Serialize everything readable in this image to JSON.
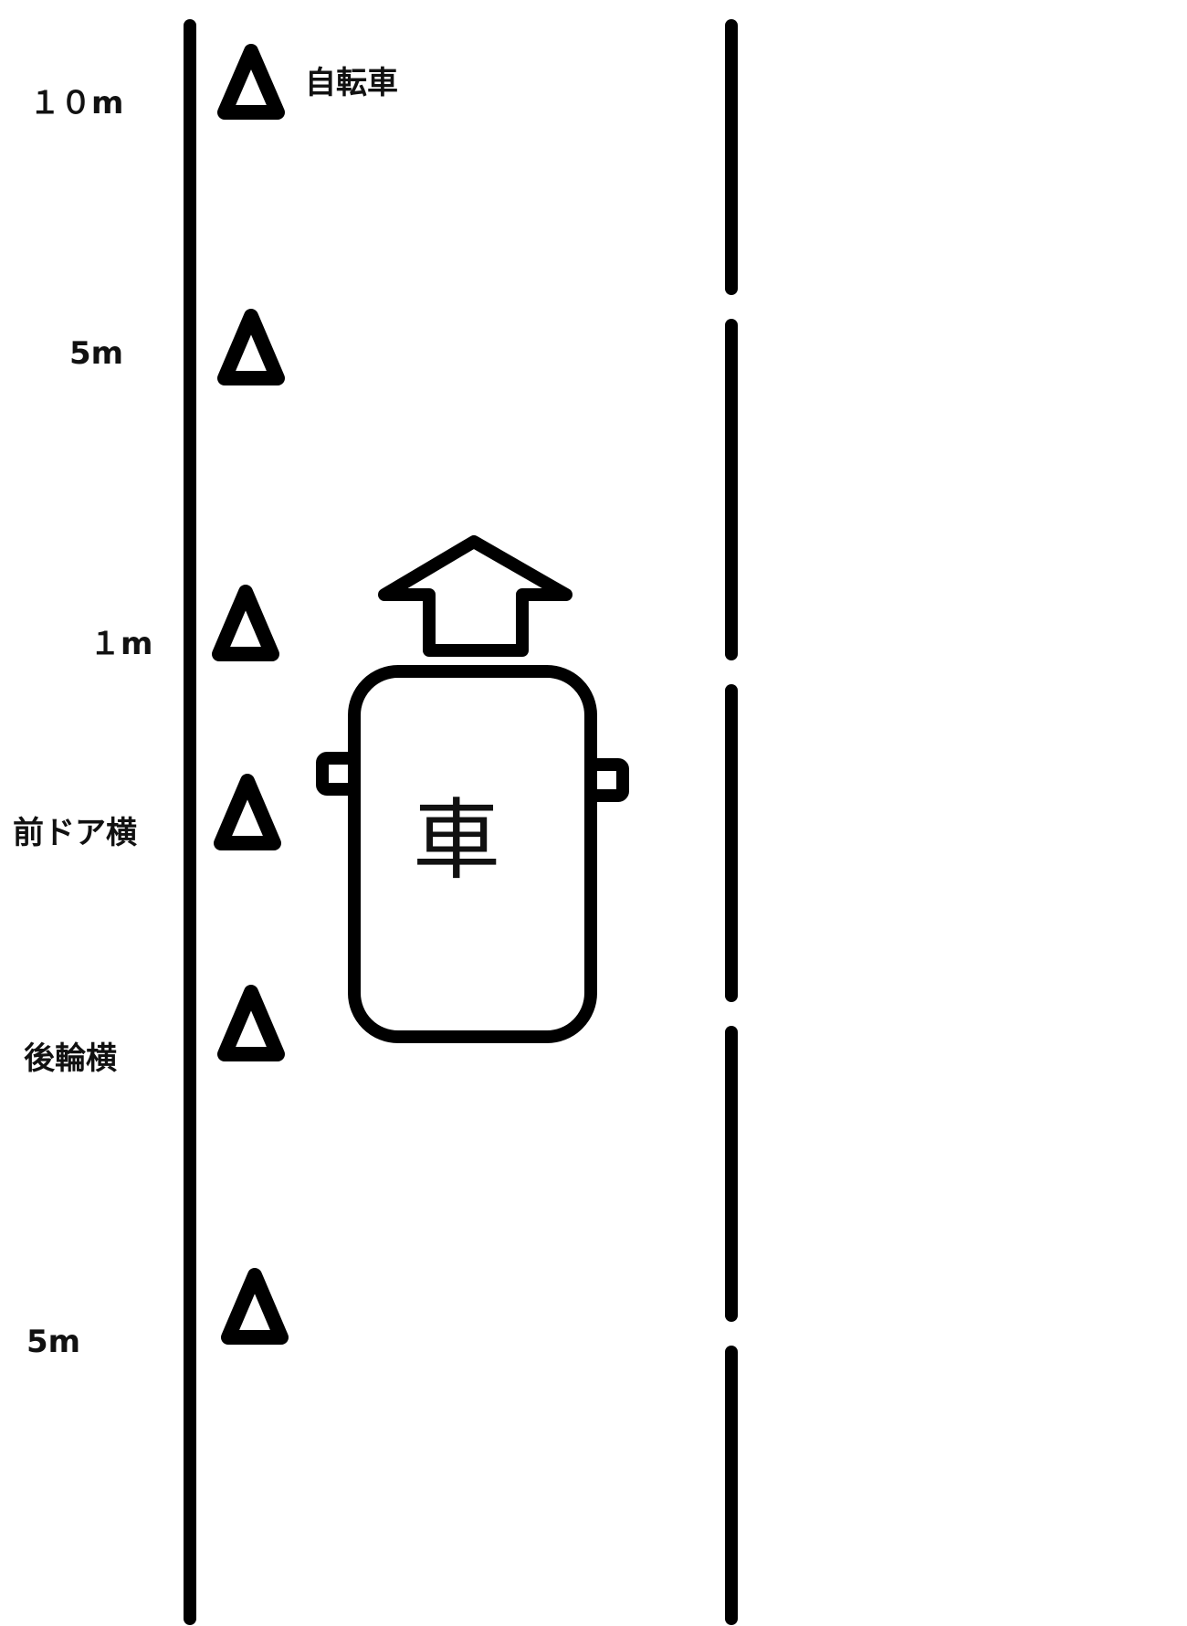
{
  "diagram": {
    "markers": [
      {
        "distance_label": "１０m",
        "side_label": "自転車"
      },
      {
        "distance_label": "5m",
        "side_label": ""
      },
      {
        "distance_label": "１m",
        "side_label": ""
      },
      {
        "distance_label": "前ドア横",
        "side_label": ""
      },
      {
        "distance_label": "後輪横",
        "side_label": ""
      },
      {
        "distance_label": "5m",
        "side_label": ""
      }
    ],
    "car": {
      "label": "車",
      "direction": "up"
    },
    "marker_icon": "cone-triangle-icon",
    "direction_icon": "arrow-up-icon",
    "line_color": "#000000"
  }
}
